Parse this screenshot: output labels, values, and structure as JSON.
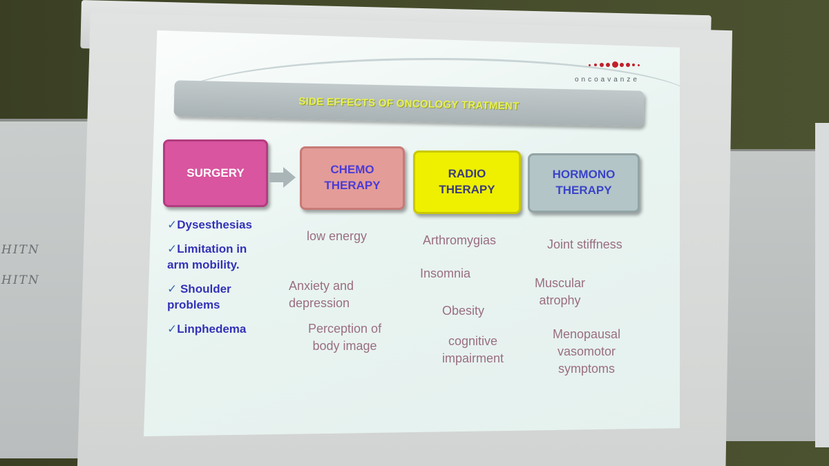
{
  "whiteboard": {
    "line1": "HITN",
    "line2": "HITN"
  },
  "logo": {
    "text": "oncoavanze"
  },
  "title": "SIDE EFFECTS OF ONCOLOGY TRATMENT",
  "columns": {
    "surgery": "SURGERY",
    "chemo_line1": "CHEMO",
    "chemo_line2": "THERAPY",
    "radio_line1": "RADIO",
    "radio_line2": "THERAPY",
    "hormono_line1": "HORMONO",
    "hormono_line2": "THERAPY"
  },
  "surgery_effects": {
    "check": "✓",
    "e1": "Dysesthesias",
    "e2_line1": "Limitation in",
    "e2_line2": "arm mobility.",
    "e3_line1": " Shoulder",
    "e3_line2": "problems",
    "e4": "Linphedema"
  },
  "chemo_effects": {
    "e1": "low energy",
    "e2_line1": "Anxiety and",
    "e2_line2": "depression",
    "e3_line1": "Perception of",
    "e3_line2": "body image"
  },
  "radio_effects": {
    "e1": "Arthromygias",
    "e2": "Insomnia",
    "e3": "Obesity",
    "e4_line1": "cognitive",
    "e4_line2": "impairment"
  },
  "hormono_effects": {
    "e1": "Joint stiffness",
    "e2_line1": "Muscular",
    "e2_line2": "atrophy",
    "e3_line1": "Menopausal",
    "e3_line2": "vasomotor",
    "e3_line3": "symptoms"
  },
  "colors": {
    "surgery": "#d9559f",
    "chemo": "#e39c98",
    "radio": "#eef000",
    "hormono": "#b3c5c6",
    "title_text": "#e8f050",
    "effect_text": "#9a6e80"
  }
}
